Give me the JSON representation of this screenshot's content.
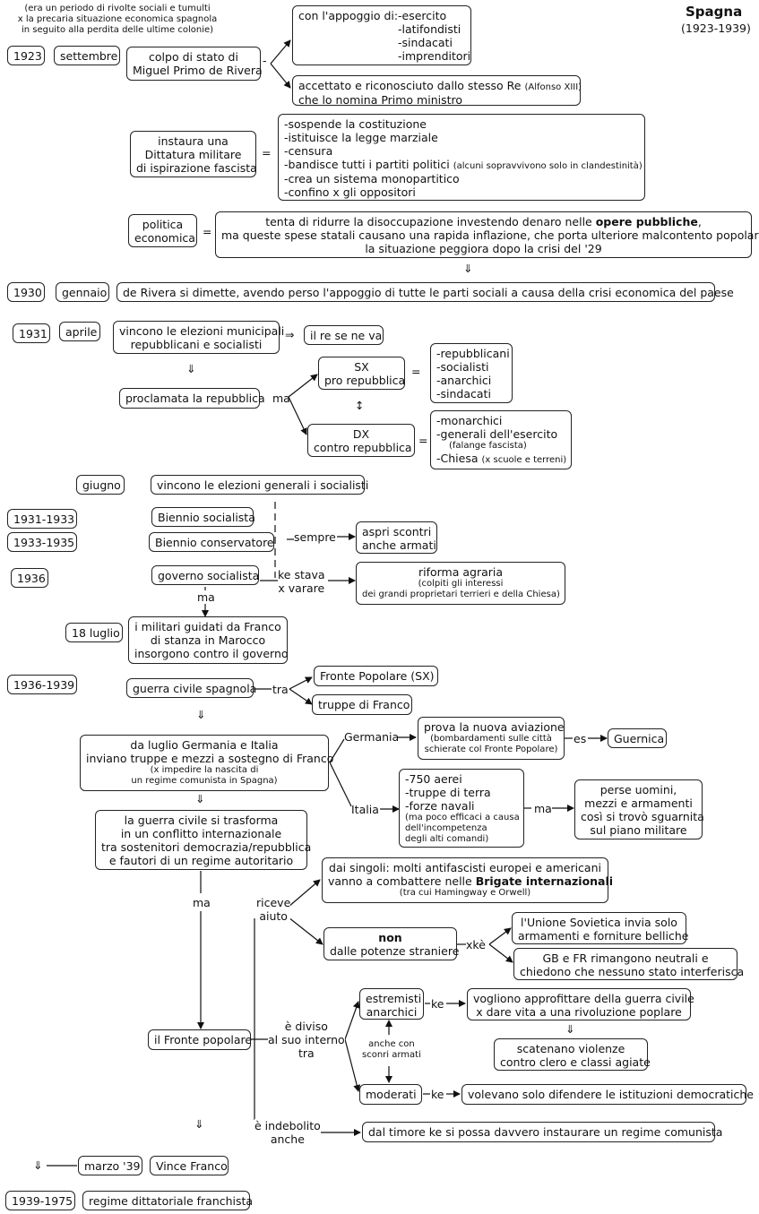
{
  "header": {
    "intro": [
      "(era un periodo di rivolte sociali e tumulti",
      "x la precaria situazione economica spagnola",
      "in seguito alla perdita delle ultime colonie)"
    ],
    "title": "Spagna",
    "years": "(1923-1939)"
  },
  "dates": {
    "y1923": "1923",
    "settembre": "settembre",
    "y1930": "1930",
    "gennaio": "gennaio",
    "y1931": "1931",
    "aprile": "aprile",
    "giugno": "giugno",
    "y1931_33": "1931-1933",
    "y1933_35": "1933-1935",
    "y1936": "1936",
    "luglio18": "18 luglio",
    "y1936_39": "1936-1939",
    "marzo39": "marzo '39",
    "y1939_75": "1939-1975"
  },
  "nodes": {
    "colpo": [
      "colpo di stato di",
      "Miguel Primo de Rivera"
    ],
    "appoggio_label": "con l'appoggio di:",
    "appoggio_items": [
      "-esercito",
      "-latifondisti",
      "-sindacati",
      "-imprenditori"
    ],
    "accettato_main": "accettato e riconosciuto dallo stesso Re",
    "accettato_note": "(Alfonso XIII)",
    "accettato_line2": "che lo nomina Primo ministro",
    "instaura": [
      "instaura una",
      "Dittatura militare",
      "di ispirazione fascista"
    ],
    "eq": "=",
    "dittatura_items": [
      "-sospende la costituzione",
      "-istituisce la legge marziale",
      "-censura"
    ],
    "dittatura_bandisce": "-bandisce tutti i partiti politici",
    "dittatura_bandisce_note": "(alcuni sopravvivono solo in clandestinità)",
    "dittatura_items2": [
      "-crea un sistema monopartitico",
      "-confino x gli oppositori"
    ],
    "politica": [
      "politica",
      "economica"
    ],
    "politica_text1_a": "tenta di ridurre la disoccupazione investendo denaro nelle ",
    "politica_text1_b": "opere pubbliche",
    "politica_text1_c": ",",
    "politica_text2": "ma queste spese statali causano una rapida inflazione, che porta ulteriore malcontento popolare,",
    "politica_text3": "la situazione peggiora dopo la crisi del '29",
    "dimette": "de Rivera si dimette, avendo perso l'appoggio di tutte le parti sociali a causa della crisi economica del paese",
    "elezioni_mun": [
      "vincono le elezioni municipali",
      "repubblicani e socialisti"
    ],
    "re": "il re se ne va",
    "repubblica": "proclamata la repubblica",
    "sx": [
      "SX",
      "pro repubblica"
    ],
    "sx_items": [
      "-repubblicani",
      "-socialisti",
      "-anarchici",
      "-sindacati"
    ],
    "dx": [
      "DX",
      "contro repubblica"
    ],
    "dx_items": [
      "-monarchici",
      "-generali dell'esercito"
    ],
    "dx_falange": "(falange fascista)",
    "dx_chiesa": "-Chiesa",
    "dx_chiesa_note": "(x scuole e terreni)",
    "elezioni_gen": "vincono le elezioni generali i socialisti",
    "biennio_soc": "Biennio socialista",
    "biennio_cons": "Biennio conservatore",
    "scontri": [
      "aspri scontri",
      "anche armati"
    ],
    "governo": "governo socialista",
    "riforma": "riforma agraria",
    "riforma_note": [
      "(colpiti gli interessi",
      "dei grandi proprietari terrieri e della Chiesa)"
    ],
    "militari": [
      "i militari guidati da Franco",
      "di stanza in Marocco",
      "insorgono contro il governo"
    ],
    "guerra": "guerra civile spagnola",
    "fronte_sx": "Fronte Popolare (SX)",
    "truppe_franco": "truppe di Franco",
    "germania_italia": [
      "da luglio Germania e Italia",
      "inviano truppe e mezzi a sostegno di Franco"
    ],
    "germania_italia_note": [
      "(x impedire la nascita di",
      "un regime comunista in Spagna)"
    ],
    "aviazione": "prova la nuova aviazione",
    "aviazione_note": [
      "(bombardamenti sulle città",
      "schierate col Fronte Popolare)"
    ],
    "guernica": "Guernica",
    "italia_items": [
      "-750 aerei",
      "-truppe di terra",
      "-forze navali"
    ],
    "italia_note": [
      "(ma poco efficaci a causa",
      "dell'incompetenza",
      "degli alti comandi)"
    ],
    "perse": [
      "perse uomini,",
      "mezzi e armamenti",
      "così si trovò sguarnita",
      "sul piano militare"
    ],
    "internazionale": [
      "la guerra civile si trasforma",
      "in un conflitto internazionale",
      "tra sostenitori democrazia/repubblica",
      "e fautori di un regime autoritario"
    ],
    "singoli1": "dai singoli: molti antifascisti europei e americani",
    "singoli2_a": "vanno a combattere  nelle ",
    "singoli2_b": "Brigate internazionali",
    "singoli_note": "(tra cui Hamingway e Orwell)",
    "non": "non",
    "potenze": "dalle potenze straniere",
    "urss": [
      "l'Unione Sovietica invia solo",
      "armamenti e forniture belliche"
    ],
    "gbfr": [
      "GB e FR rimangono neutrali e",
      "chiedono che nessuno stato interferisca"
    ],
    "fronte_pop": "il Fronte popolare",
    "estremisti": [
      "estremisti",
      "anarchici"
    ],
    "rivoluzione": [
      "vogliono approfittare della guerra civile",
      "x dare vita a una rivoluzione poplare"
    ],
    "violenze": [
      "scatenano violenze",
      "contro clero e classi agiate"
    ],
    "moderati": "moderati",
    "difendere": "volevano solo difendere le istituzioni democratiche",
    "timore": "dal timore ke si possa davvero instaurare un regime comunista",
    "vince": "Vince Franco",
    "regime": "regime dittatoriale franchista"
  },
  "edge_labels": {
    "ma": "ma",
    "sempre": "sempre",
    "ke_stava": [
      "ke stava",
      "x varare"
    ],
    "tra": "tra",
    "germania": "Germania",
    "italia": "Italia",
    "es": "es",
    "riceve": [
      "riceve",
      "aiuto"
    ],
    "xke": "xkè",
    "diviso": [
      "è diviso",
      "al suo interno",
      "tra"
    ],
    "ke": "ke",
    "anche_con": [
      "anche con",
      "sconri armati"
    ],
    "indebolito": [
      "è indebolito",
      "anche"
    ],
    "arrow_right": "⇒",
    "arrow_down": "⇓",
    "arrow_updown": "↕"
  }
}
